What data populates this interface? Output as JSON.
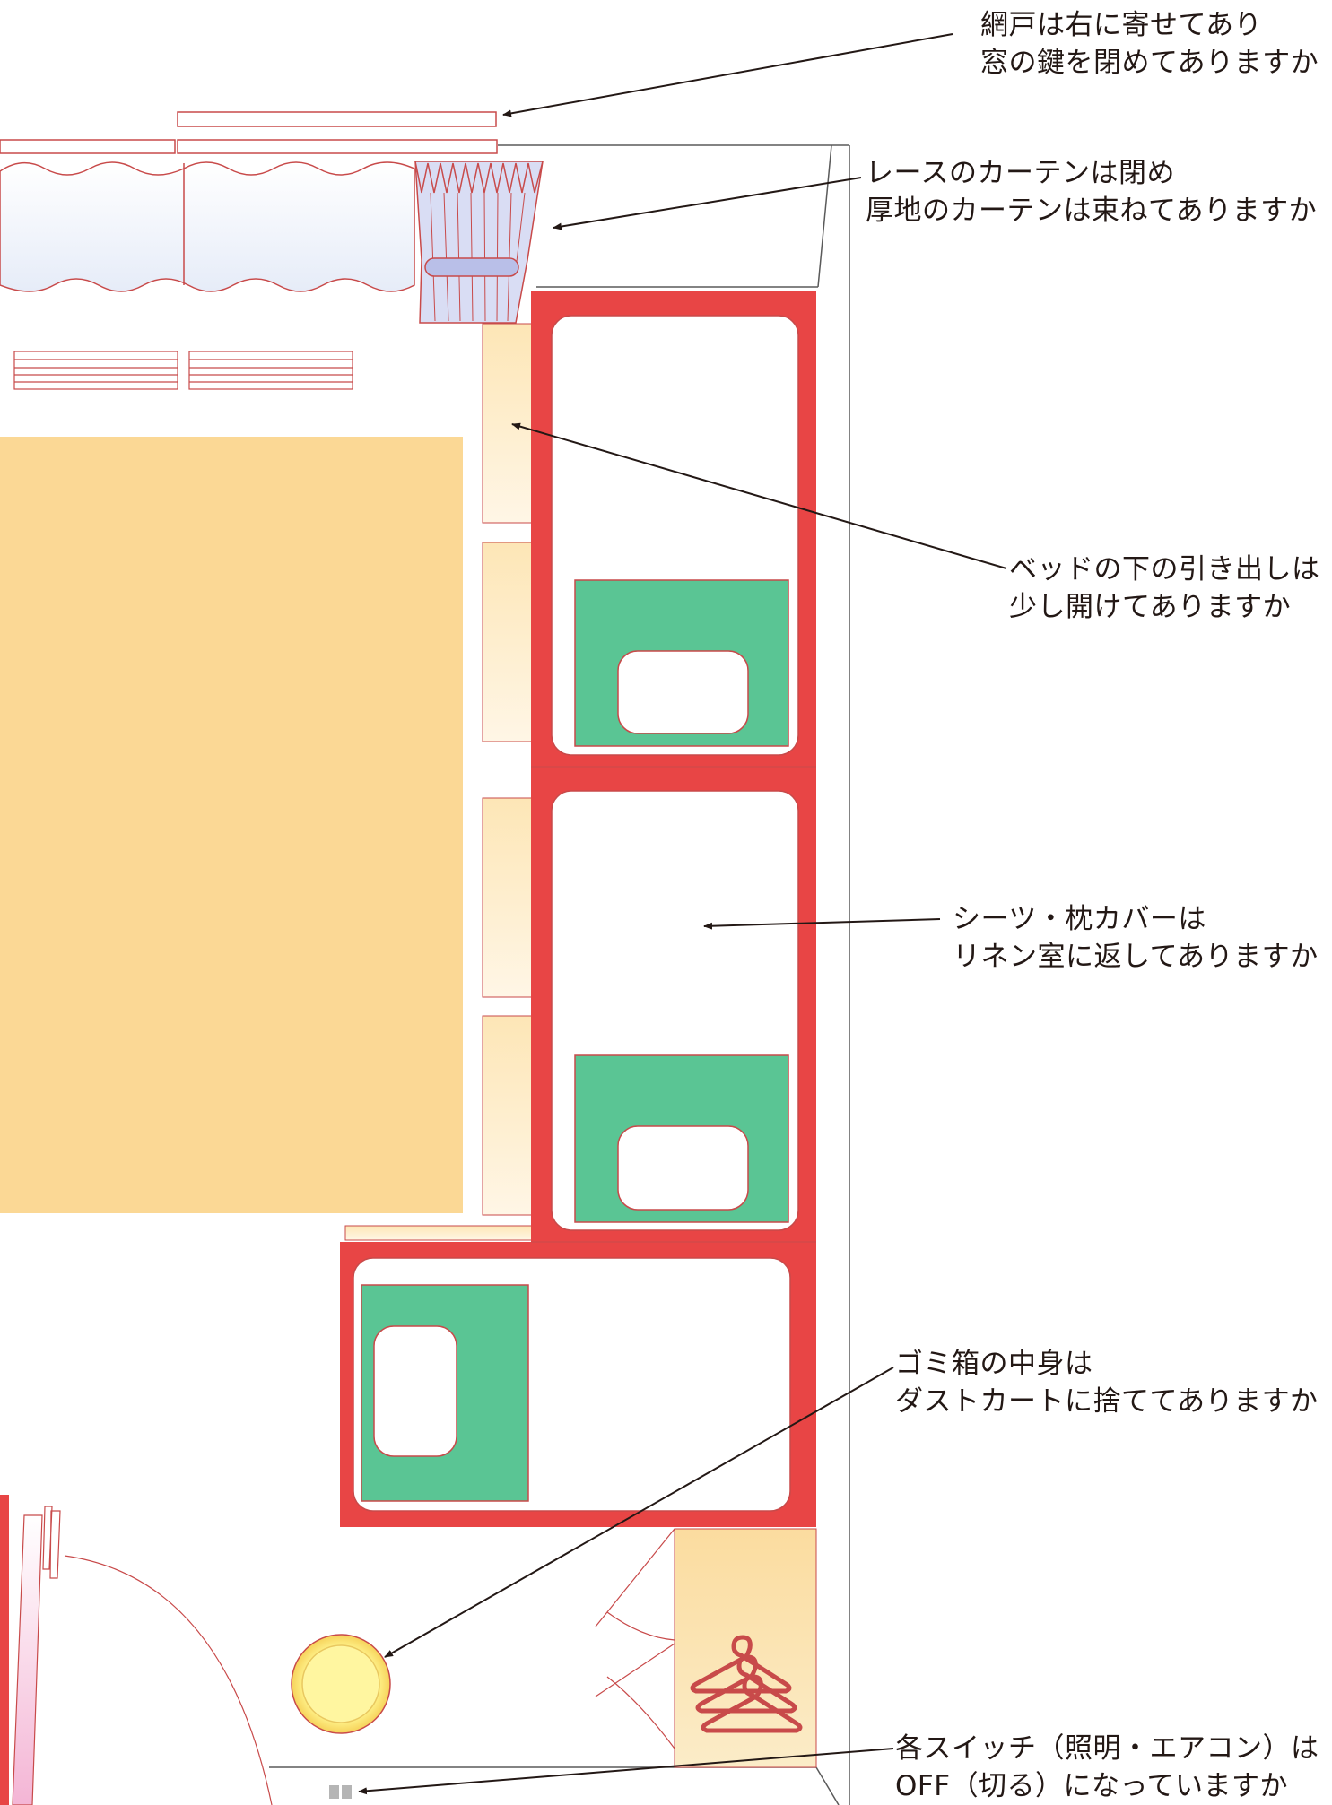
{
  "annotations": {
    "screen_door": {
      "line1": "網戸は右に寄せてあり",
      "line2": "窓の鍵を閉めてありますか"
    },
    "curtains": {
      "line1": "レースのカーテンは閉め",
      "line2": "厚地のカーテンは束ねてありますか"
    },
    "bed_drawers": {
      "line1": "ベッドの下の引き出しは",
      "line2": "少し開けてありますか"
    },
    "sheets": {
      "line1": "シーツ・枕カバーは",
      "line2": "リネン室に返してありますか"
    },
    "trash": {
      "line1": "ゴミ箱の中身は",
      "line2": "ダストカートに捨ててありますか"
    },
    "switches": {
      "line1": "各スイッチ（照明・エアコン）は",
      "line2": "OFF（切る）になっていますか"
    }
  },
  "colors": {
    "bed_frame": "#e84545",
    "pillow_green": "#5ac594",
    "desk": "#fbd895",
    "line_red": "#c84a4a",
    "curtain_tie": "#b9bfe8",
    "trash_bin": "#fdf39a",
    "arrow": "#231815"
  },
  "icons": [
    "hanger-icon",
    "light-switch-icon",
    "trash-bin-icon",
    "curtain-icon"
  ]
}
